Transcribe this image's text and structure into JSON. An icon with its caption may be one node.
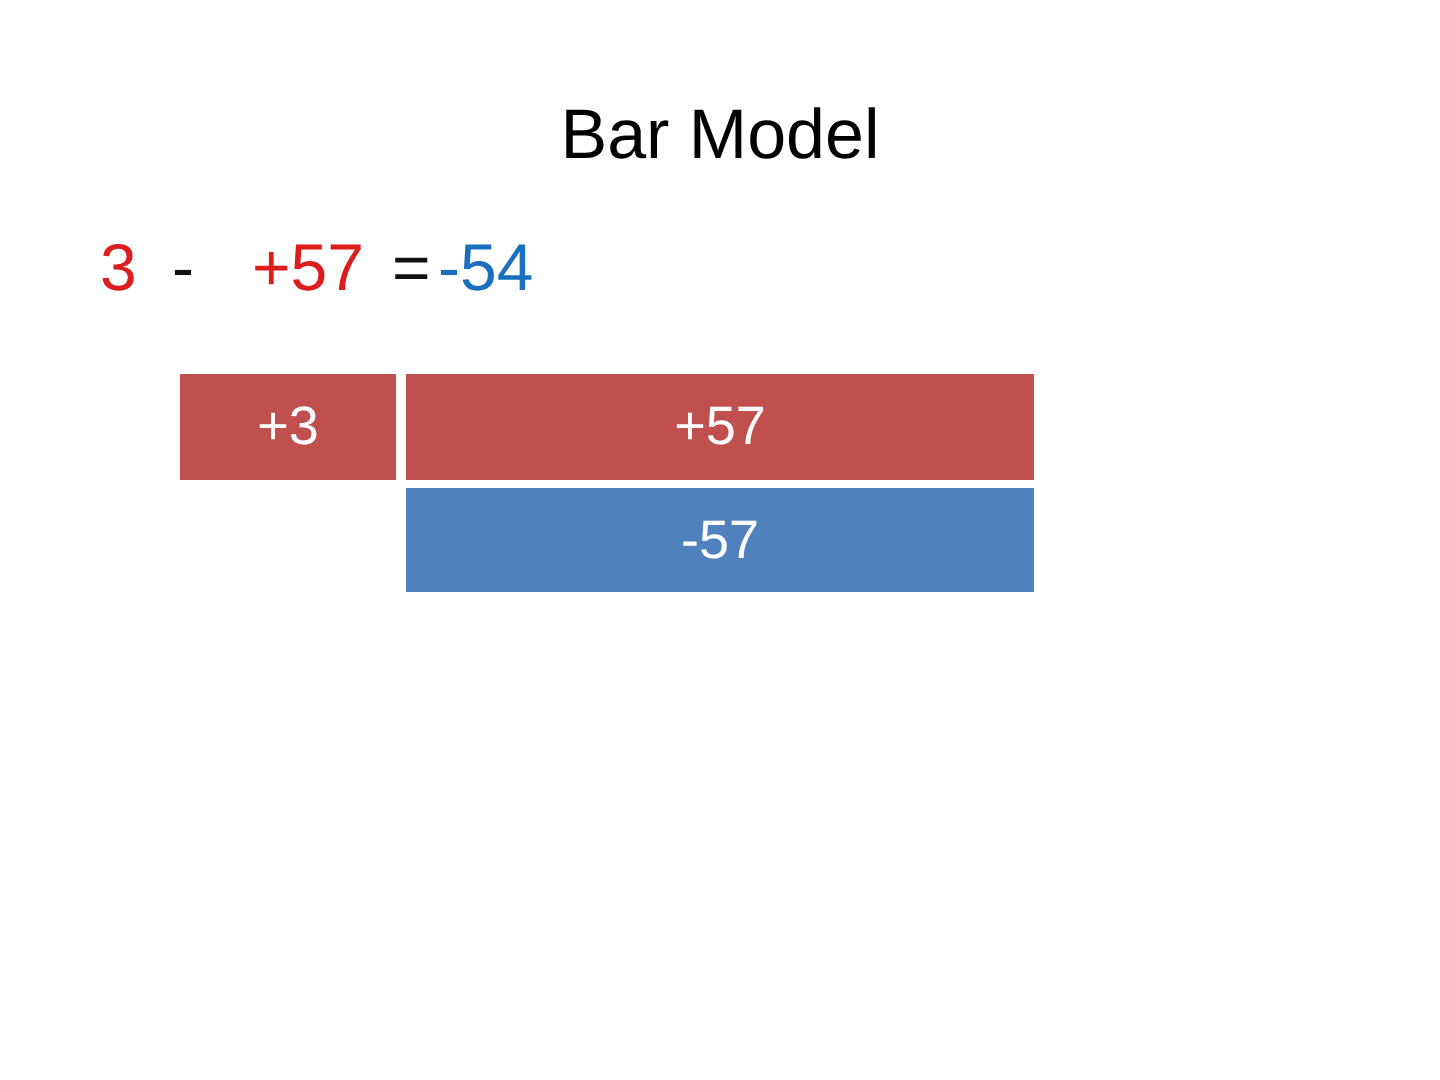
{
  "diagram": {
    "title": "Bar Model",
    "nodes": [
      {
        "text": [
          "+3"
        ]
      },
      {
        "text": [
          "+57"
        ]
      },
      {
        "text": [
          "-57"
        ]
      }
    ],
    "labels": [
      "3",
      "-",
      "+57",
      "=",
      "-54"
    ]
  }
}
